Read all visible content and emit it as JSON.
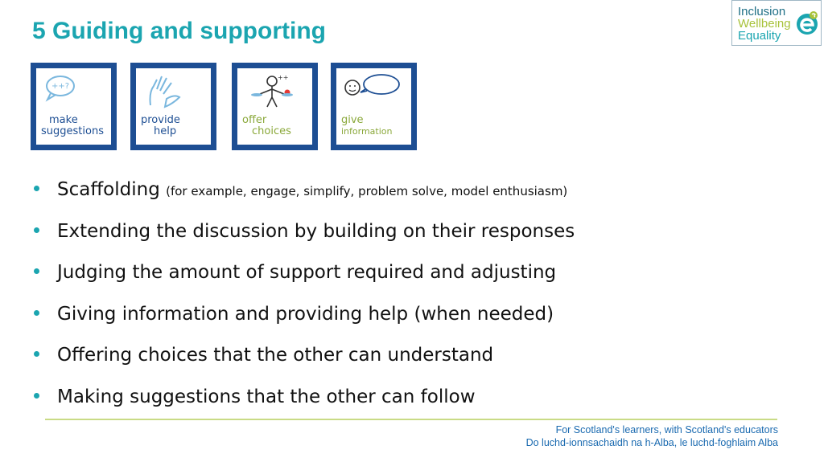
{
  "header": {
    "title": "5 Guiding and supporting"
  },
  "logo": {
    "line1": "Inclusion",
    "line2": "Wellbeing",
    "line3": "Equality",
    "colors": {
      "line1": "#1f6f86",
      "line2": "#a8c23a",
      "line3": "#1ba5b0",
      "mark": "#1ba5b0"
    }
  },
  "symbol_cards": [
    {
      "label_line1": "make",
      "label_line2": "suggestions",
      "icon": "speech-bubble-icon"
    },
    {
      "label_line1": "provide",
      "label_line2": "help",
      "icon": "helping-hand-icon"
    },
    {
      "label_line1": "offer",
      "label_line2": "choices",
      "icon": "person-with-choices-icon"
    },
    {
      "label_line1": "give",
      "label_line2": "information",
      "icon": "face-speech-icon"
    }
  ],
  "bullets": [
    {
      "text": "Scaffolding ",
      "note": "(for example, engage, simplify, problem solve, model enthusiasm)"
    },
    {
      "text": "Extending the discussion by building on their responses"
    },
    {
      "text": "Judging the amount of support required and adjusting"
    },
    {
      "text": "Giving information and providing help (when needed)"
    },
    {
      "text": "Offering choices that the other can understand"
    },
    {
      "text": "Making suggestions that the other can follow"
    }
  ],
  "footer": {
    "line1": "For Scotland's learners, with Scotland's educators",
    "line2": "Do luchd-ionnsachaidh na h-Alba, le luchd-foghlaim Alba"
  },
  "colors": {
    "accent": "#1ba5b0",
    "card_border": "#1d4e93",
    "divider": "#c9db86",
    "footer_text": "#1a6ab0"
  }
}
